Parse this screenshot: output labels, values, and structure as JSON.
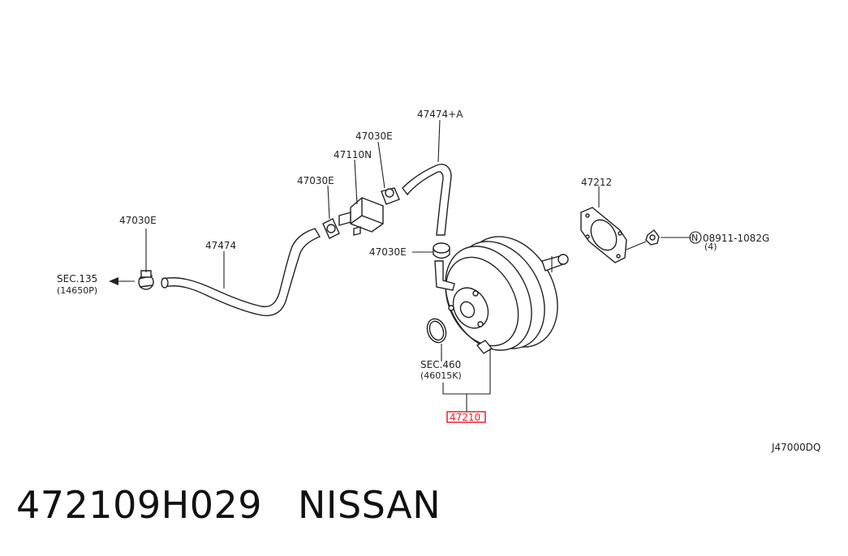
{
  "diagram": {
    "labels": {
      "hose_upper": "47474+A",
      "clamp_top": "47030E",
      "valve": "47110N",
      "clamp_mid": "47030E",
      "clamp_left": "47030E",
      "hose_main": "47474",
      "sec135": "SEC.135",
      "sec135_ref": "(14650P)",
      "clamp_booster": "47030E",
      "gasket": "47212",
      "nut": "08911-1082G",
      "nut_qty": "(4)",
      "sec460": "SEC.460",
      "sec460_ref": "(46015K)",
      "booster": "47210",
      "diagram_code": "J47000DQ"
    },
    "nut_symbol": "N",
    "highlight_color": "#e8202a"
  },
  "caption": {
    "part_number": "472109H029",
    "brand": "NISSAN"
  }
}
